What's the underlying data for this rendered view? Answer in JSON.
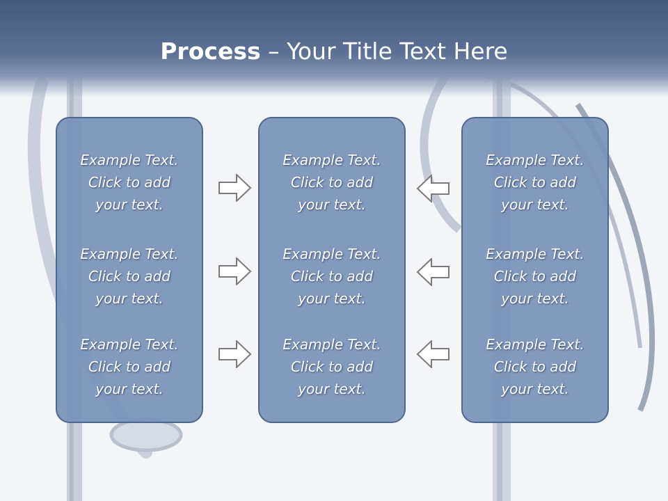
{
  "title": {
    "bold": "Process",
    "rest": " – Your Title Text Here"
  },
  "columns": [
    {
      "items": [
        "Example Text.\nClick  to add\nyour text.",
        "Example Text.\nClick  to add\nyour text.",
        "Example Text.\nClick  to add\nyour text."
      ]
    },
    {
      "items": [
        "Example Text.\nClick  to add\nyour text.",
        "Example Text.\nClick  to add\nyour text.",
        "Example Text.\nClick  to add\nyour text."
      ]
    },
    {
      "items": [
        "Example Text.\nClick  to add\nyour text.",
        "Example Text.\nClick  to add\nyour text.",
        "Example Text.\nClick  to add\nyour text."
      ]
    }
  ],
  "arrows": {
    "left_column": "right-arrow-icon",
    "right_column": "left-arrow-icon"
  },
  "colors": {
    "header": "#4a5e82",
    "box_fill": "#7a92ba",
    "box_border": "#4f6690",
    "arrow_stroke": "#7a7a7a"
  }
}
